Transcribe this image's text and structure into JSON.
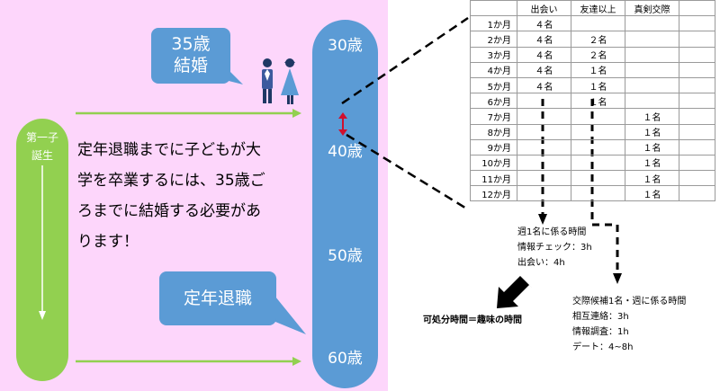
{
  "ages": {
    "a30": "30歳",
    "a40": "40歳",
    "a50": "50歳",
    "a60": "60歳"
  },
  "marriage_callout": {
    "line1": "35歳",
    "line2": "結婚"
  },
  "retirement_callout": "定年退職",
  "child": {
    "line1": "第一子",
    "line2": "誕生"
  },
  "main_text": [
    "定年退職までに子どもが大",
    "学を卒業するには、35歳ご",
    "ろまでに結婚する必要があ",
    "ります！"
  ],
  "table": {
    "headers": [
      "",
      "出会い",
      "友達以上",
      "真剣交際"
    ],
    "rows": [
      [
        "1か月",
        "４名",
        "",
        ""
      ],
      [
        "2か月",
        "４名",
        "２名",
        ""
      ],
      [
        "3か月",
        "４名",
        "２名",
        ""
      ],
      [
        "4か月",
        "４名",
        "１名",
        ""
      ],
      [
        "5か月",
        "４名",
        "１名",
        ""
      ],
      [
        "6か月",
        "",
        "１名",
        ""
      ],
      [
        "7か月",
        "",
        "",
        "１名"
      ],
      [
        "8か月",
        "",
        "",
        "１名"
      ],
      [
        "9か月",
        "",
        "",
        "１名"
      ],
      [
        "10か月",
        "",
        "",
        "１名"
      ],
      [
        "11か月",
        "",
        "",
        "１名"
      ],
      [
        "12か月",
        "",
        "",
        "１名"
      ]
    ]
  },
  "note1": [
    "週1名に係る時間",
    "情報チェック：3h",
    "出会い：4h"
  ],
  "note2": [
    "交際候補1名・週に係る時間",
    "相互連絡：3h",
    "情報調査：1h",
    "デート：4~8h"
  ],
  "result_label": "可処分時間＝趣味の時間",
  "colors": {
    "pink": "#fdd6fb",
    "blue": "#5b9bd5",
    "green": "#92d050",
    "red": "#d0102e"
  }
}
